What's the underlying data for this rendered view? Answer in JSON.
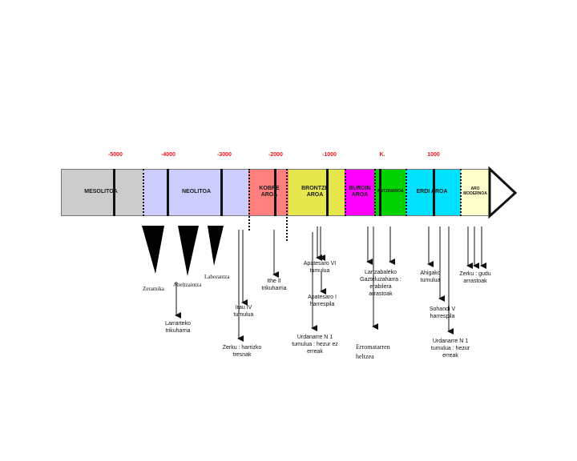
{
  "years": [
    "-5000",
    "-4000",
    "-3000",
    "-2000",
    "-1000",
    "K.",
    "1000"
  ],
  "periods": {
    "mesolitoa": "MESOLITOA",
    "neolitoa": "NEOLITOA",
    "kobre_aroa": "KOBRE AROA",
    "brontze_aroa": "BRONTZE AROA",
    "burdin_aroa": "BURDIN AROA",
    "antzinaroa": "ANTZINAROA",
    "erdi_aroa": "ERDI AROA",
    "aro_modernoa": "ARO MODERNOA"
  },
  "colors": {
    "mesolitoa": "#cccccc",
    "neolitoa": "#ccccff",
    "kobre_aroa": "#ff7f7f",
    "brontze_aroa": "#e6e64d",
    "burdin_aroa": "#ff00ff",
    "antzinaroa": "#00d200",
    "erdi_aroa": "#00e1ff",
    "aro_modernoa": "#ffffcc",
    "year_labels": "#e8151b"
  },
  "events": {
    "zeramika": "Zeramika",
    "abeltzaintza": "Abeltzaintza",
    "laborantza": "Laborantza",
    "larrarteko": "Larrarteko trikuharria",
    "irau_iv": "Irau IV tumulua",
    "zerku_harrizko": "Zerku : harrizko tresnak",
    "ithe_ii": "Ithe II trikuharria",
    "apatesaro_vi": "Apatesaro VI tumulua",
    "apatesaro_i": "Apatesaro I harrespila",
    "urdanarre_1": "Urdanarre N 1 tumulua : hezur ez erreak",
    "lartzabaleko": "Lartzabaleko Gazteluzaharra : erabilera arrastoak",
    "erromatarren": "Erromatarren heltzea",
    "ahigako": "Ahigako tumulua",
    "sohandi_v": "Sohandi V harrespila",
    "urdanarre_2": "Urdanarre N 1 tumulua : hezur erreak",
    "zerku_gudu": "Zerku : gudu arrastoak"
  }
}
